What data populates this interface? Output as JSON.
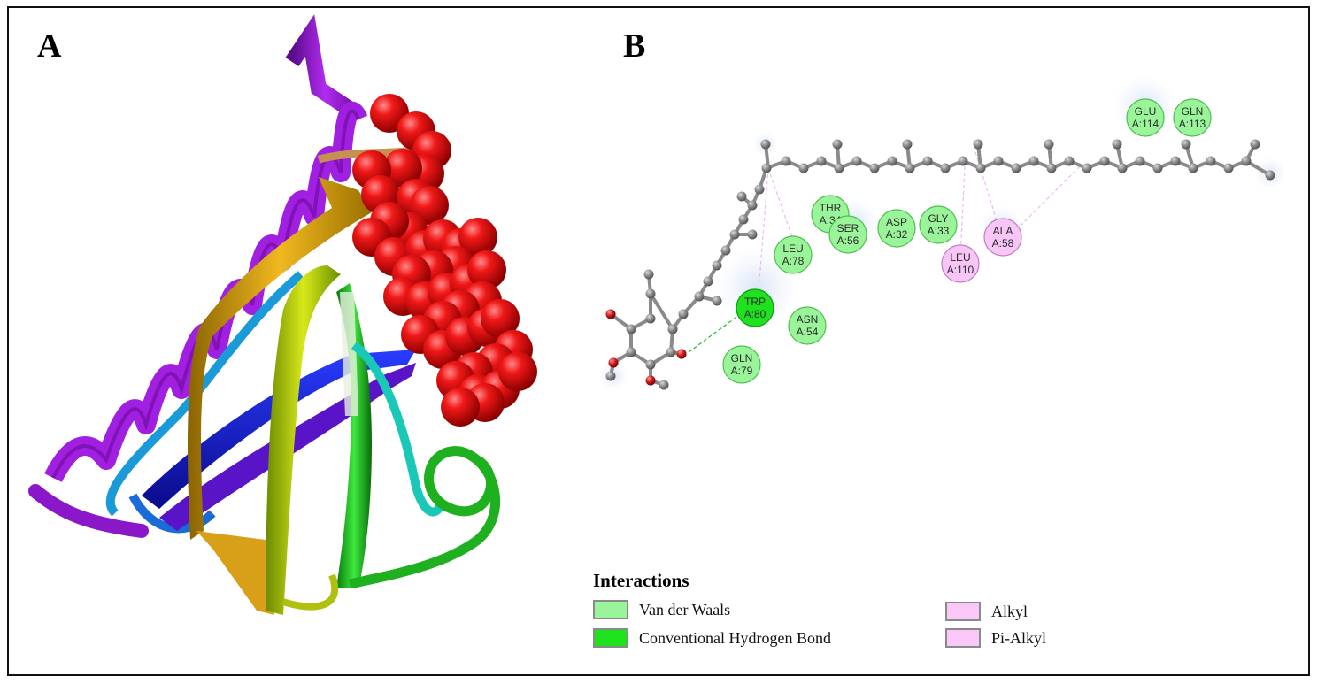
{
  "panels": {
    "a_label": "A",
    "b_label": "B"
  },
  "residues": [
    {
      "id": "glu114",
      "name": "GLU",
      "num": "A:114",
      "type": "vdw"
    },
    {
      "id": "gln113",
      "name": "GLN",
      "num": "A:113",
      "type": "vdw"
    },
    {
      "id": "thr34",
      "name": "THR",
      "num": "A:34",
      "type": "vdw"
    },
    {
      "id": "ser56",
      "name": "SER",
      "num": "A:56",
      "type": "vdw"
    },
    {
      "id": "asp32",
      "name": "ASP",
      "num": "A:32",
      "type": "vdw"
    },
    {
      "id": "gly33",
      "name": "GLY",
      "num": "A:33",
      "type": "vdw"
    },
    {
      "id": "ala58",
      "name": "ALA",
      "num": "A:58",
      "type": "alkyl"
    },
    {
      "id": "leu110",
      "name": "LEU",
      "num": "A:110",
      "type": "alkyl"
    },
    {
      "id": "leu78",
      "name": "LEU",
      "num": "A:78",
      "type": "vdw"
    },
    {
      "id": "trp80",
      "name": "TRP",
      "num": "A:80",
      "type": "hbond"
    },
    {
      "id": "asn54",
      "name": "ASN",
      "num": "A:54",
      "type": "vdw"
    },
    {
      "id": "gln79",
      "name": "GLN",
      "num": "A:79",
      "type": "vdw"
    }
  ],
  "legend": {
    "title": "Interactions",
    "items": [
      {
        "label": "Van der Waals",
        "color": "#9af59a"
      },
      {
        "label": "Conventional Hydrogen Bond",
        "color": "#1de21d"
      },
      {
        "label": "Alkyl",
        "color": "#f9c8f9"
      },
      {
        "label": "Pi-Alkyl",
        "color": "#f9c8f9"
      }
    ]
  },
  "colors": {
    "vdw": "#9af59a",
    "hbond": "#22e022",
    "alkyl": "#f7c6f7",
    "atom_carbon": "#8c8c8c",
    "atom_oxygen": "#d41f1f",
    "helix": "#9b1bd8",
    "ligand_spheres": "#e01010"
  }
}
